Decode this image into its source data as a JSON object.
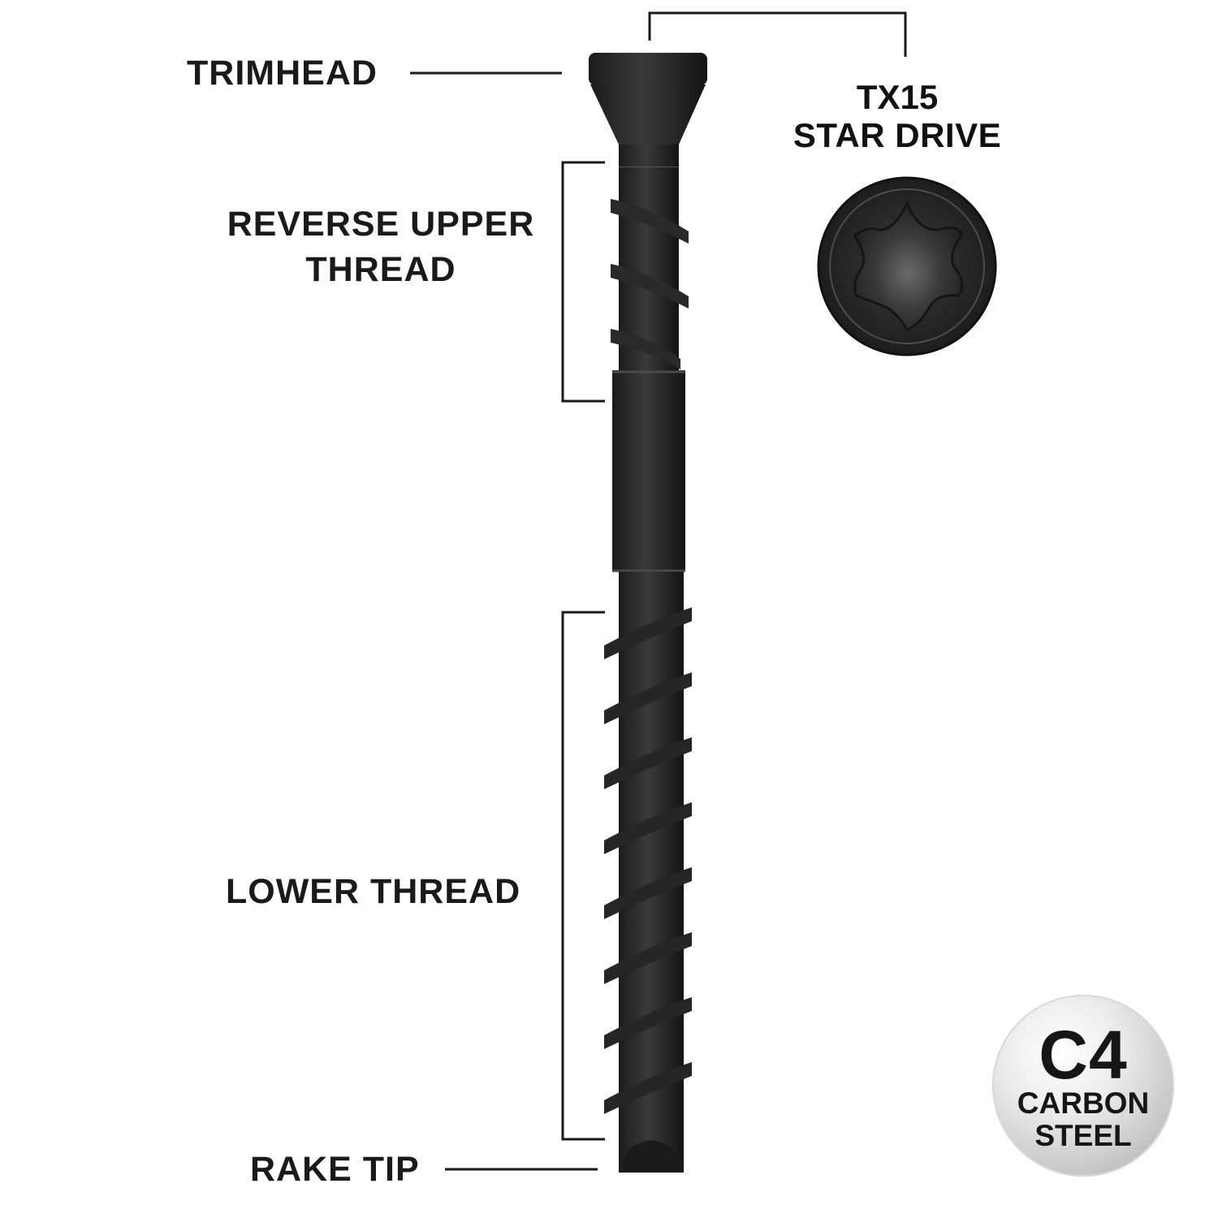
{
  "labels": {
    "trimhead": "TRIMHEAD",
    "reverse_upper_thread_line1": "REVERSE UPPER",
    "reverse_upper_thread_line2": "THREAD",
    "lower_thread": "LOWER THREAD",
    "rake_tip": "RAKE TIP"
  },
  "drive": {
    "size": "TX15",
    "type": "STAR DRIVE",
    "icon": "star-drive-recess-icon"
  },
  "badge": {
    "grade": "C4",
    "material_line1": "CARBON",
    "material_line2": "STEEL"
  },
  "colors": {
    "screw": "#2b2b2b",
    "leader_lines": "#1a1a1a",
    "background": "#ffffff"
  }
}
